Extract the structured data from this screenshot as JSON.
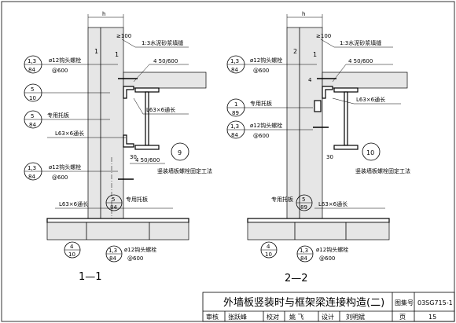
{
  "det9": {
    "dim_h": "h",
    "dim_100": "≥100",
    "wall_1": "1",
    "wall_2": "1",
    "mortar": "1:3水泥砂浆填缝",
    "ref_a_top": "1,3",
    "ref_a_bot": "84",
    "bolt_a": "ø12钩头螺栓",
    "bolt_a_sp": "@600",
    "weld_a": "4  50/600",
    "ref_b_top": "5",
    "ref_b_bot": "10",
    "ref_c_top": "5",
    "ref_c_bot": "84",
    "bracket": "专用托板",
    "angle_1": "L63×6通长",
    "angle_2": "L63×6通长",
    "dim_30": "30",
    "weld_b": "4  50/600",
    "ref_d_top": "1,3",
    "ref_d_bot": "84",
    "bolt_b": "ø12钩头螺栓",
    "bolt_b_sp": "@600",
    "num": "9",
    "caption": "竖装墙板螺栓固定工法"
  },
  "det10": {
    "dim_h": "h",
    "dim_100": "≥100",
    "wall_2": "2",
    "wall_1": "1",
    "mortar": "1:3水泥砂浆填缝",
    "ref_a_top": "1,3",
    "ref_a_bot": "84",
    "bolt_a": "ø12钩头螺栓",
    "bolt_a_sp": "@600",
    "weld_num": "4",
    "weld_a": "4  50/600",
    "angle_1": "L63×6通长",
    "ref_b_top": "1",
    "ref_b_bot": "89",
    "bracket": "专用托板",
    "ref_c_top": "1,3",
    "ref_c_bot": "84",
    "bolt_b": "ø12钩头螺栓",
    "bolt_b_sp": "@600",
    "dim_30": "30",
    "num": "10",
    "caption": "竖装墙板螺栓固定工法"
  },
  "sec11": {
    "angle": "L63×6通长",
    "ref_top": "5",
    "ref_bot": "84",
    "bracket": "专用托板",
    "ref2_top": "4",
    "ref2_bot": "10",
    "ref3_top": "1,3",
    "ref3_bot": "84",
    "bolt": "ø12钩头螺栓",
    "bolt_sp": "@600",
    "label": "1—1"
  },
  "sec22": {
    "bracket": "专用托板",
    "ref_top": "5",
    "ref_bot": "89",
    "angle": "L63×6通长",
    "ref2_top": "4",
    "ref2_bot": "10",
    "ref3_top": "1,3",
    "ref3_bot": "84",
    "bolt": "ø12钩头螺栓",
    "bolt_sp": "@600",
    "label": "2—2"
  },
  "titleblock": {
    "title": "外墙板竖装时与框架梁连接构造(二)",
    "set_label": "图集号",
    "set_no": "03SG715-1",
    "review_label": "审核",
    "review_name": "张跃峰",
    "check_label": "校对",
    "check_name": "姚 飞",
    "design_label": "设计",
    "design_name": "刘明斌",
    "page_label": "页",
    "page_no": "15"
  }
}
